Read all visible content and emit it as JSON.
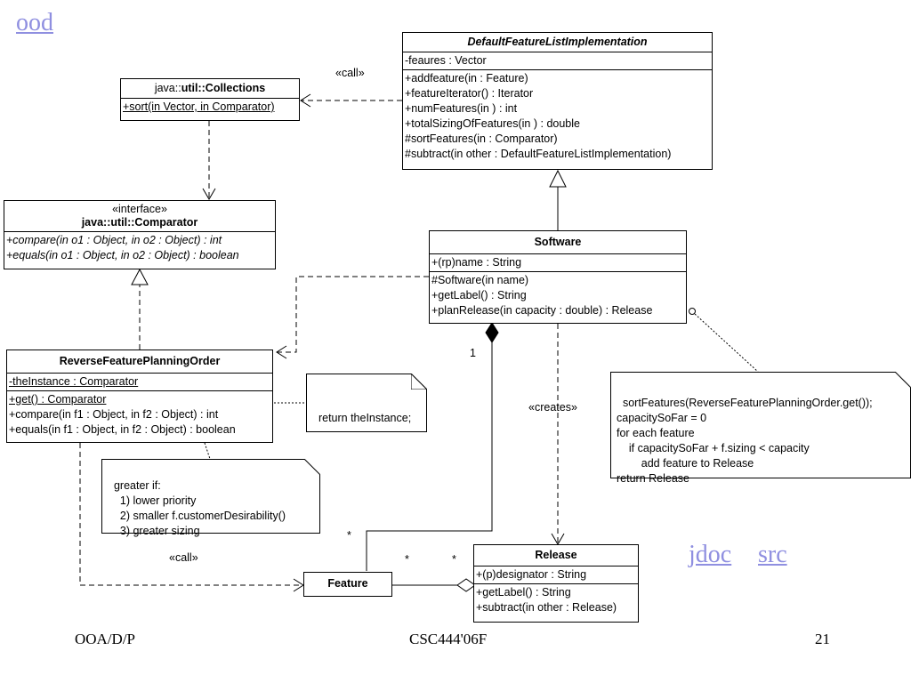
{
  "links": {
    "ood": "ood",
    "jdoc": "jdoc",
    "src": "src"
  },
  "footer": {
    "left": "OOA/D/P",
    "center": "CSC444'06F",
    "page_number": "21"
  },
  "classes": {
    "default_feature_list": {
      "name": "DefaultFeatureListImplementation",
      "attributes": [
        "-feaures : Vector"
      ],
      "operations": [
        "+addfeature(in  : Feature)",
        "+featureIterator() : Iterator",
        "+numFeatures(in ) : int",
        "+totalSizingOfFeatures(in ) : double",
        "#sortFeatures(in  : Comparator)",
        "#subtract(in other : DefaultFeatureListImplementation)"
      ]
    },
    "collections": {
      "name_prefix": "java::",
      "name_main": "util::Collections",
      "operations": [
        "+sort(in Vector, in Comparator)"
      ]
    },
    "comparator": {
      "stereotype": "«interface»",
      "name": "java::util::Comparator",
      "operations": [
        "+compare(in o1 : Object, in o2 : Object) : int",
        "+equals(in o1 : Object, in o2 : Object) : boolean"
      ]
    },
    "software": {
      "name": "Software",
      "attributes": [
        "+(rp)name : String"
      ],
      "operations": [
        "#Software(in name)",
        "+getLabel() : String",
        "+planRelease(in capacity : double) : Release"
      ]
    },
    "reverse_order": {
      "name": "ReverseFeaturePlanningOrder",
      "attributes": [
        "-theInstance : Comparator"
      ],
      "operations": [
        "+get() : Comparator",
        "+compare(in f1 : Object, in f2 : Object) : int",
        "+equals(in f1 : Object, in f2 : Object) : boolean"
      ]
    },
    "release": {
      "name": "Release",
      "attributes": [
        "+(p)designator : String"
      ],
      "operations": [
        "+getLabel() : String",
        "+subtract(in other : Release)"
      ]
    },
    "feature": {
      "name": "Feature"
    }
  },
  "notes": {
    "return_instance": "return theInstance;",
    "greater_if": "greater if:\n    1) lower priority\n    2) smaller f.customerDesirability()\n    3) greater sizing",
    "plan_release": "sortFeatures(ReverseFeaturePlanningOrder.get());\ncapacitySoFar = 0\nfor each feature\n    if capacitySoFar + f.sizing < capacity\n        add feature to Release\nreturn Release"
  },
  "labels": {
    "call_top": "«call»",
    "call_bottom": "«call»",
    "creates": "«creates»",
    "mult_one": "1",
    "mult_star_composition": "*",
    "mult_star_feature_right": "*",
    "mult_star_release_left": "*"
  }
}
